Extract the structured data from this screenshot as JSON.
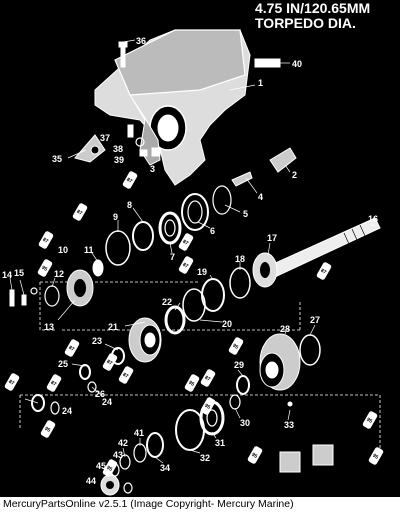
{
  "header": {
    "title_line1": "4.75 IN/120.65MM",
    "title_line2": "TORPEDO DIA."
  },
  "footer": {
    "caption": "MercuryPartsOnline v2.5.1 (Image Copyright- Mercury Marine)"
  },
  "callouts": {
    "c1": "1",
    "c2": "2",
    "c3": "3",
    "c4": "4",
    "c5": "5",
    "c6": "6",
    "c7": "7",
    "c8": "8",
    "c9": "9",
    "c10": "10",
    "c11": "11",
    "c12": "12",
    "c13": "13",
    "c14": "14",
    "c15": "15",
    "c16": "16",
    "c17": "17",
    "c18": "18",
    "c19": "19",
    "c20": "20",
    "c21": "21",
    "c22": "22",
    "c23": "23",
    "c24a": "24",
    "c24b": "24",
    "c25": "25",
    "c26": "26",
    "c27": "27",
    "c28": "28",
    "c29": "29",
    "c30": "30",
    "c31": "31",
    "c32": "32",
    "c33": "33",
    "c34": "34",
    "c35": "35",
    "c36": "36",
    "c37": "37",
    "c38": "38",
    "c39": "39",
    "c40": "40",
    "c41": "41",
    "c42": "42",
    "c43": "43",
    "c44": "44",
    "c45": "45"
  },
  "tubes": {
    "t87": "87",
    "t95": "95"
  }
}
